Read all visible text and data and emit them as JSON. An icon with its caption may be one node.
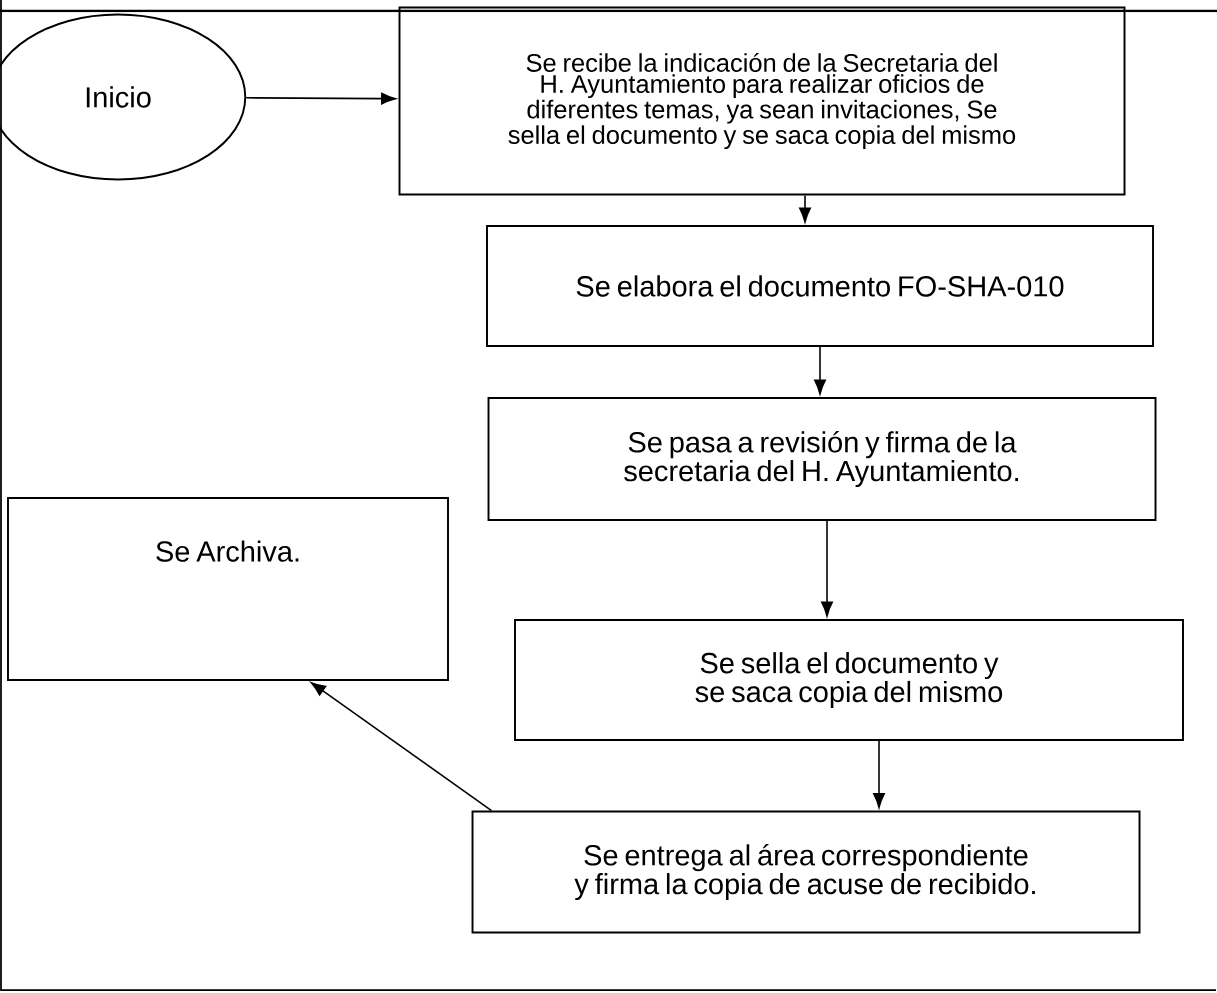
{
  "diagram": {
    "nodes": [
      {
        "text": [
          "Inicio"
        ]
      },
      {
        "text": [
          "Se recibe la indicación de la Secretaria del H. Ayuntamiento para realizar oficios de diferentes temas, ya sean invitaciones, Se sella el documento y se saca copia del mismo"
        ]
      },
      {
        "text": [
          "Se elabora el documento FO-SHA-010"
        ]
      },
      {
        "text": [
          "Se pasa a revisión y firma de la secretaria del H. Ayuntamiento."
        ]
      },
      {
        "text": [
          "Se sella el documento y se saca copia del mismo"
        ]
      },
      {
        "text": [
          "Se entrega al área correspondiente y firma la copia de acuse de recibido."
        ]
      },
      {
        "text": [
          "Se Archiva."
        ]
      }
    ],
    "edges": [
      {
        "from": 0,
        "to": 1,
        "arrow": "to"
      },
      {
        "from": 1,
        "to": 2,
        "arrow": "to"
      },
      {
        "from": 2,
        "to": 3,
        "arrow": "to"
      },
      {
        "from": 3,
        "to": 4,
        "arrow": "to"
      },
      {
        "from": 4,
        "to": 5,
        "arrow": "to"
      },
      {
        "from": 5,
        "to": 6,
        "arrow": "to"
      }
    ]
  }
}
